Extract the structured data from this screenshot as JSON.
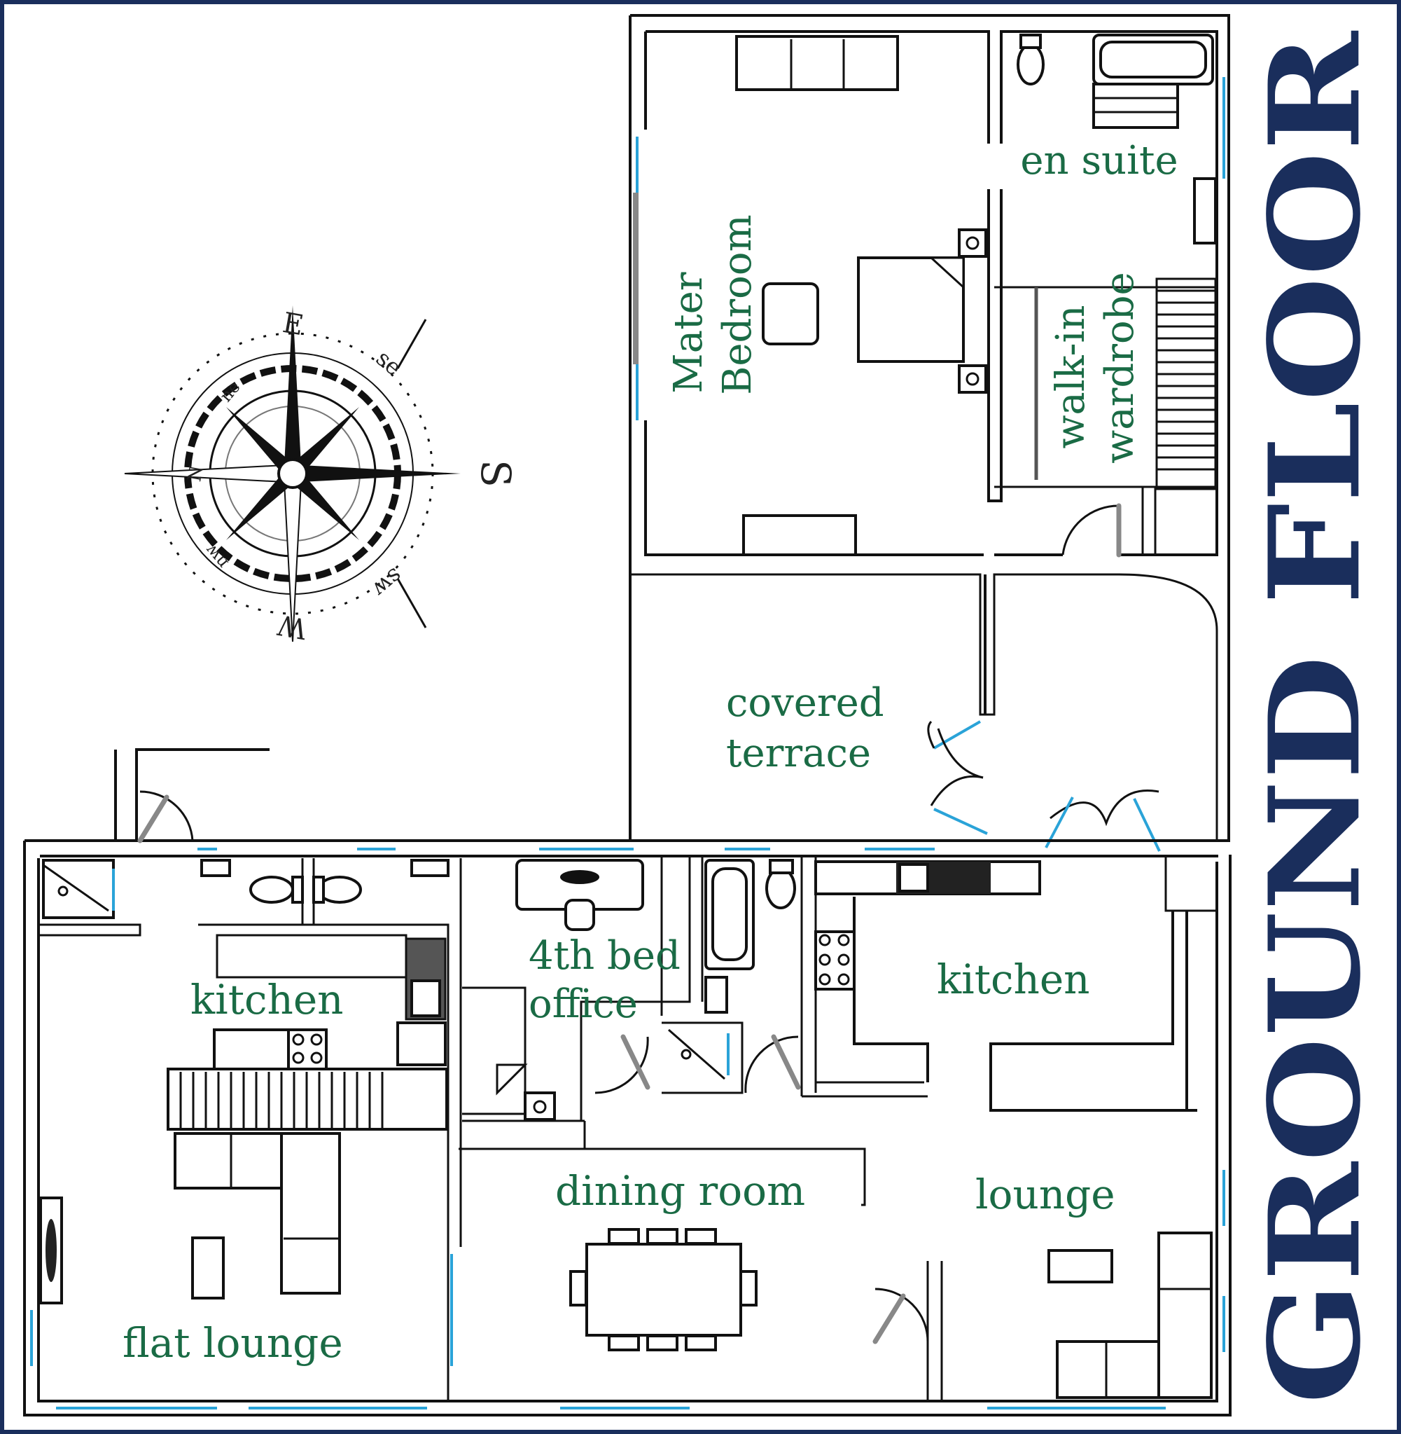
{
  "title": "GROUND FLOOR",
  "rooms": {
    "en_suite": "en suite",
    "master_bedroom_line1": "Mater",
    "master_bedroom_line2": "Bedroom",
    "walk_in_line1": "walk-in",
    "walk_in_line2": "wardrobe",
    "covered_terrace_line1": "covered",
    "covered_terrace_line2": "terrace",
    "office_line1": "4th bed",
    "office_line2": "office",
    "flat_kitchen": "kitchen",
    "main_kitchen": "kitchen",
    "dining_room": "dining room",
    "lounge": "lounge",
    "flat_lounge": "flat lounge"
  },
  "compass": {
    "E": "E",
    "S": "S",
    "W": "W",
    "N": "N",
    "se": "se",
    "sw": "sw",
    "nw": "nw",
    "ne": "ne"
  },
  "colors": {
    "border": "#1a2e5c",
    "title": "#1a2e5c",
    "room_label": "#1a6b45",
    "window": "#2aa3d8",
    "door_leaf": "#888888"
  }
}
